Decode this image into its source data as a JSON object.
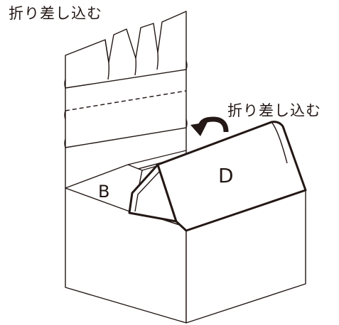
{
  "labels": {
    "insert_top": "折り差し込む",
    "insert_right": "折り差し込む",
    "panel_b": "B",
    "panel_d": "D"
  },
  "colors": {
    "line": "#231815",
    "fill": "#ffffff",
    "inner_shadow": "#dcdcdc",
    "arrow": "#231815"
  }
}
